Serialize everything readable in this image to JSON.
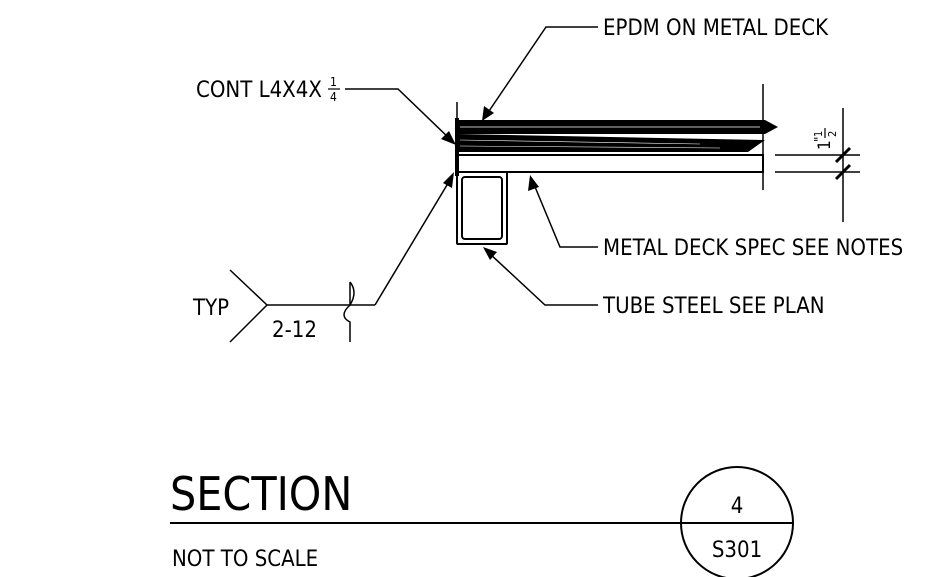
{
  "labels": {
    "roofing": "EPDM ON METAL DECK",
    "angle_prefix": "CONT L4X4X",
    "angle_frac_num": "1",
    "angle_frac_den": "4",
    "deck_spec": "METAL DECK SPEC SEE NOTES",
    "tube": "TUBE STEEL SEE PLAN",
    "weld_typ": "TYP",
    "weld_size": "2-12",
    "dim_whole": "1",
    "dim_inch": "\"",
    "dim_frac_num": "1",
    "dim_frac_den": "2"
  },
  "title_block": {
    "title": "SECTION",
    "scale": "NOT TO SCALE",
    "detail_number": "4",
    "sheet_number": "S301"
  }
}
